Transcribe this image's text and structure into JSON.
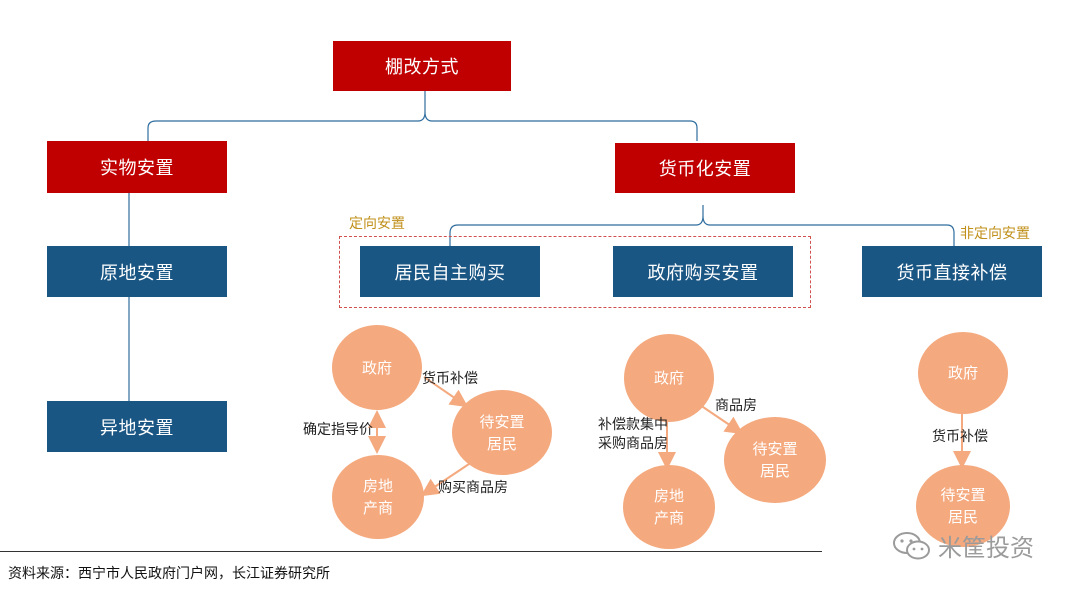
{
  "diagram": {
    "root": "棚改方式",
    "physical": "实物安置",
    "monetary": "货币化安置",
    "in_situ": "原地安置",
    "off_site": "异地安置",
    "directed_label": "定向安置",
    "non_directed_label": "非定向安置",
    "self_purchase": "居民自主购买",
    "gov_purchase": "政府购买安置",
    "direct_compensation": "货币直接补偿",
    "flow1": {
      "government": "政府",
      "residents": "待安置\n居民",
      "developer": "房地\n产商",
      "edge_compensation": "货币补偿",
      "edge_price": "确定指导价",
      "edge_buy": "购买商品房"
    },
    "flow2": {
      "government": "政府",
      "developer": "房地\n产商",
      "residents": "待安置\n居民",
      "edge_funds": "补偿款集中\n采购商品房",
      "edge_housing": "商品房"
    },
    "flow3": {
      "government": "政府",
      "residents": "待安置\n居民",
      "edge_compensation": "货币补偿"
    }
  },
  "footer": {
    "source": "资料来源：西宁市人民政府门户网，长江证券研究所",
    "watermark": "米筐投资"
  },
  "colors": {
    "red": "#c00000",
    "blue": "#1a5684",
    "orange": "#f4a97e",
    "gold": "#c0901a",
    "line": "#2f6d9e"
  }
}
